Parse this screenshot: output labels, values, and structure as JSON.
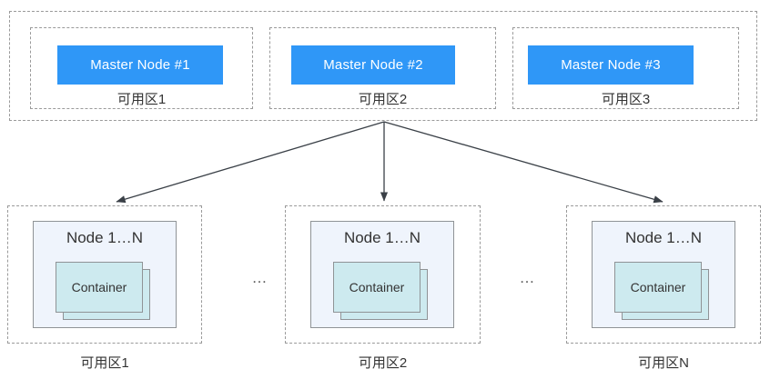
{
  "diagram": {
    "type": "architecture-topology",
    "title_present": false,
    "colors": {
      "master_node_fill": "#2f97f7",
      "master_node_text": "#ffffff",
      "node_box_fill": "#eff4fc",
      "node_box_border": "#8f9396",
      "container_fill": "#cdeaef",
      "container_border": "#8f9396",
      "dashed_border": "#9a9a9a",
      "arrow_color": "#3a4047",
      "label_text": "#333333",
      "background": "#ffffff"
    },
    "control_plane": {
      "zones": [
        {
          "master_label": "Master Node #1",
          "az_label": "可用区1"
        },
        {
          "master_label": "Master Node #2",
          "az_label": "可用区2"
        },
        {
          "master_label": "Master Node #3",
          "az_label": "可用区3"
        }
      ]
    },
    "data_plane": {
      "zones": [
        {
          "node_title": "Node 1…N",
          "container_label": "Container",
          "az_label": "可用区1"
        },
        {
          "node_title": "Node 1…N",
          "container_label": "Container",
          "az_label": "可用区2"
        },
        {
          "node_title": "Node 1…N",
          "container_label": "Container",
          "az_label": "可用区N"
        }
      ],
      "separators": [
        "…",
        "…"
      ]
    },
    "connections": {
      "count": 3,
      "source": "control-plane-group",
      "targets": [
        "data-plane-zone-1",
        "data-plane-zone-2",
        "data-plane-zone-3"
      ]
    }
  }
}
